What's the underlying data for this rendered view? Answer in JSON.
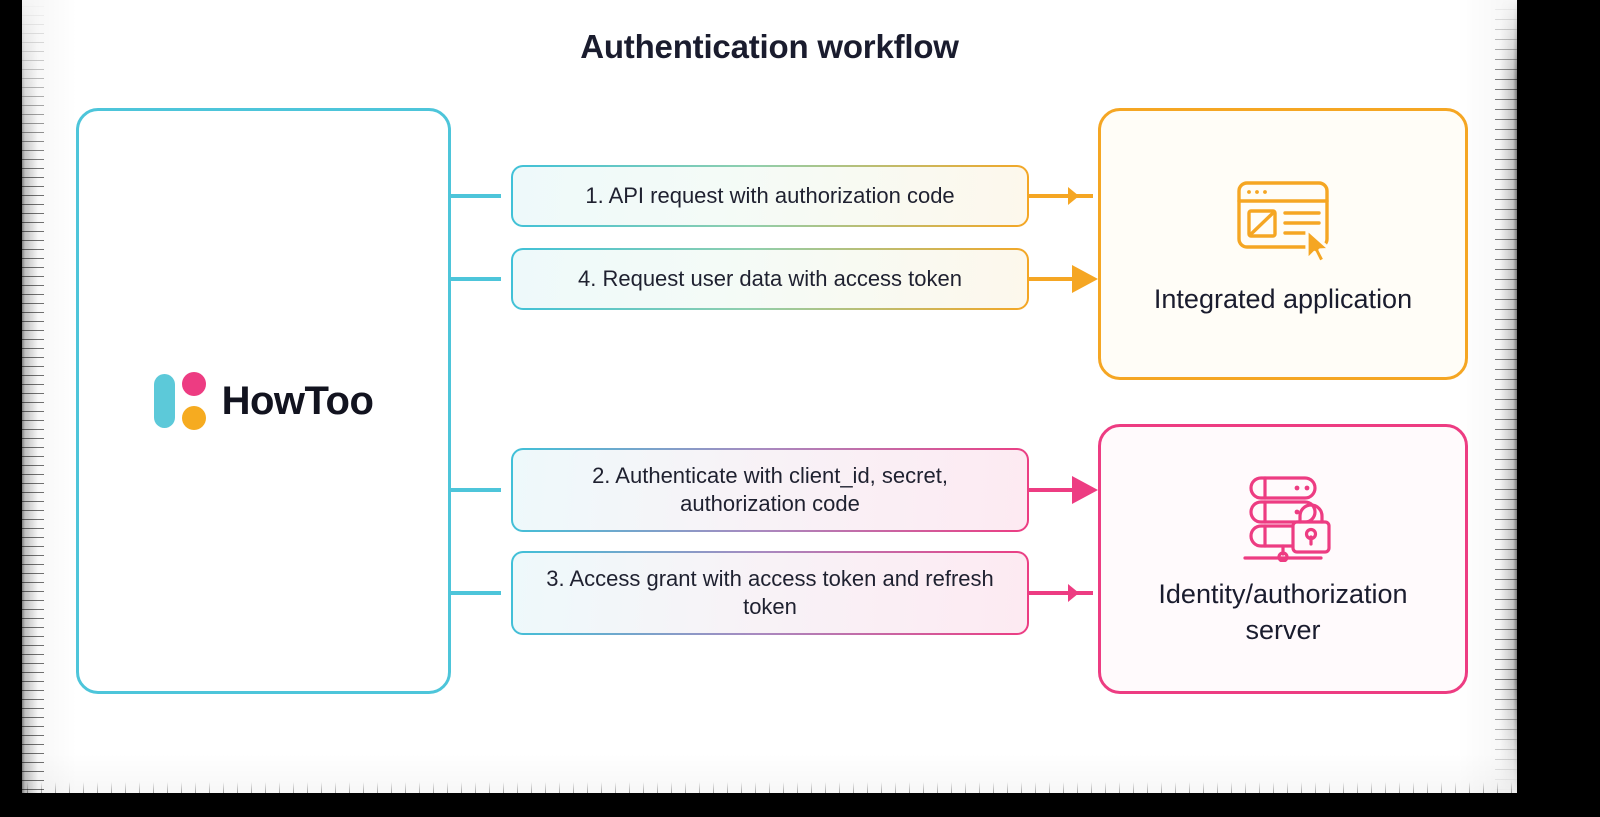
{
  "diagram": {
    "title": "Authentication workflow",
    "background_color": "#000000",
    "canvas_color": "#ffffff"
  },
  "actors": {
    "left": {
      "name": "HowToo",
      "logo_text": "HowToo",
      "border_color": "#4dc5da",
      "logo_colors": {
        "bar": "#5cc9d9",
        "dot_top": "#ed3c82",
        "dot_bottom": "#f6ab20"
      }
    },
    "top_right": {
      "label": "Integrated application",
      "icon": "browser-window-cursor-icon",
      "border_color": "#f5a623",
      "fill_color": "#fffdf7"
    },
    "bottom_right": {
      "label": "Identity/authorization server",
      "label_line1": "Identity/authorization",
      "label_line2": "server",
      "icon": "server-lock-icon",
      "border_color": "#ed3c82",
      "fill_color": "#fffafc"
    }
  },
  "steps": [
    {
      "id": "box1",
      "number": "1.",
      "label": "1. API request with authorization code",
      "from": "Integrated application",
      "to": "HowToo",
      "direction": "left",
      "gradient": "cyan-to-amber"
    },
    {
      "id": "box4",
      "number": "4.",
      "label": "4. Request user data with access token",
      "from": "HowToo",
      "to": "Integrated application",
      "direction": "right",
      "gradient": "cyan-to-amber"
    },
    {
      "id": "box2",
      "number": "2.",
      "label": "2. Authenticate with client_id, secret, authorization code",
      "from": "HowToo",
      "to": "Identity/authorization server",
      "direction": "right",
      "gradient": "cyan-to-pink"
    },
    {
      "id": "box3",
      "number": "3.",
      "label": "3. Access grant with access token and refresh token",
      "from": "Identity/authorization server",
      "to": "HowToo",
      "direction": "left",
      "gradient": "cyan-to-pink"
    }
  ]
}
